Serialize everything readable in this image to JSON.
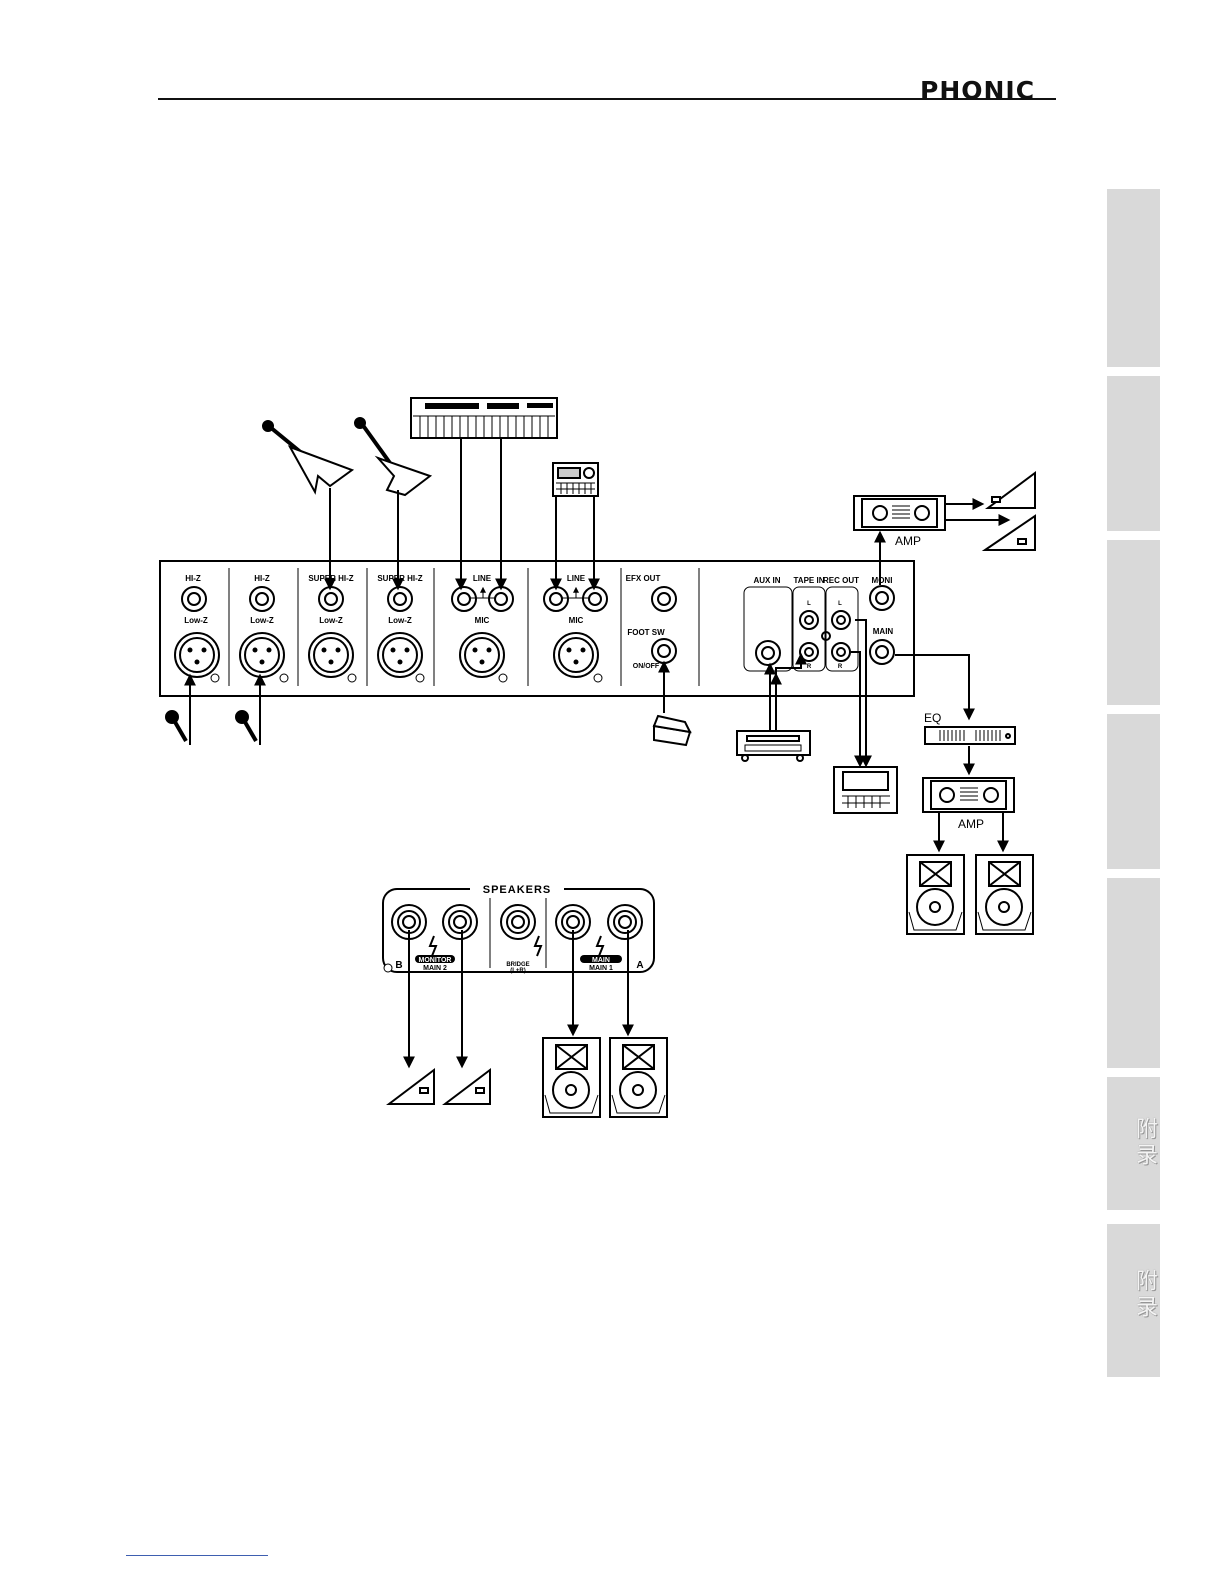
{
  "header": {
    "brand": "PHONIC"
  },
  "side_tabs": [
    {
      "label": ""
    },
    {
      "label": ""
    },
    {
      "label": ""
    },
    {
      "label": ""
    },
    {
      "label": ""
    },
    {
      "label": "附录"
    },
    {
      "label": "附录"
    }
  ],
  "mixer": {
    "channel_labels": [
      "HI-Z",
      "HI-Z",
      "SUPER HI-Z",
      "SUPER HI-Z",
      "LINE",
      "LINE",
      "EFX OUT",
      "AUX IN",
      "TAPE IN",
      "REC OUT",
      "MONI"
    ],
    "lowz_label": "Low-Z",
    "mic_label": "MIC",
    "foot_sw_label": "FOOT SW",
    "on_off_label": "ON/OFF",
    "main_label": "MAIN",
    "lr_left": "L",
    "lr_right": "R"
  },
  "devices": {
    "amp_label": "AMP",
    "eq_label": "EQ"
  },
  "speakers_panel": {
    "title": "SPEAKERS",
    "b_label": "B",
    "a_label": "A",
    "monitor_label": "MONITOR",
    "main2_label": "MAIN 2",
    "bridge_label": "BRIDGE",
    "bridge_sub": "(L+R)",
    "main_label": "MAIN",
    "main1_label": "MAIN 1"
  }
}
